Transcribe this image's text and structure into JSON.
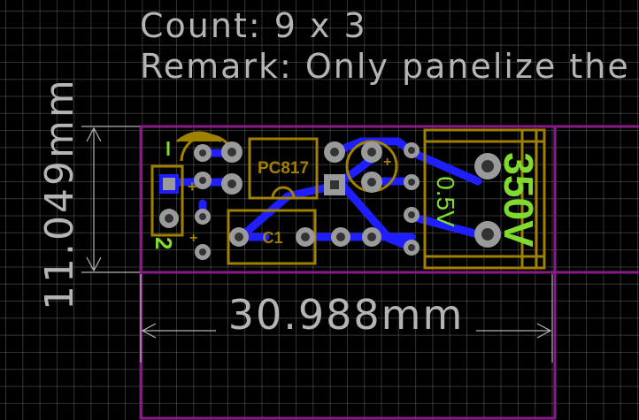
{
  "header": {
    "count_text": "Count: 9 x 3",
    "remark_text": "Remark: Only panelize the"
  },
  "dimensions": {
    "height_text": "11.049mm",
    "width_text": "30.988mm"
  },
  "components": {
    "optocoupler_label": "PC817",
    "capacitor_label": "C1",
    "polarity_left": "+",
    "polarity_mid": "+",
    "polarity_right": "+",
    "pin_label_2": "2",
    "terminal_voltage": "0.5V",
    "terminal_label": "350V"
  },
  "colors": {
    "grid": "#555555",
    "board_outline": "#8a1a8a",
    "silkscreen": "#a08000",
    "trace": "#1e1eff",
    "pad": "#9a9a9a",
    "label_green": "#7fdc2e",
    "dimension_text": "#b4b4b4"
  }
}
